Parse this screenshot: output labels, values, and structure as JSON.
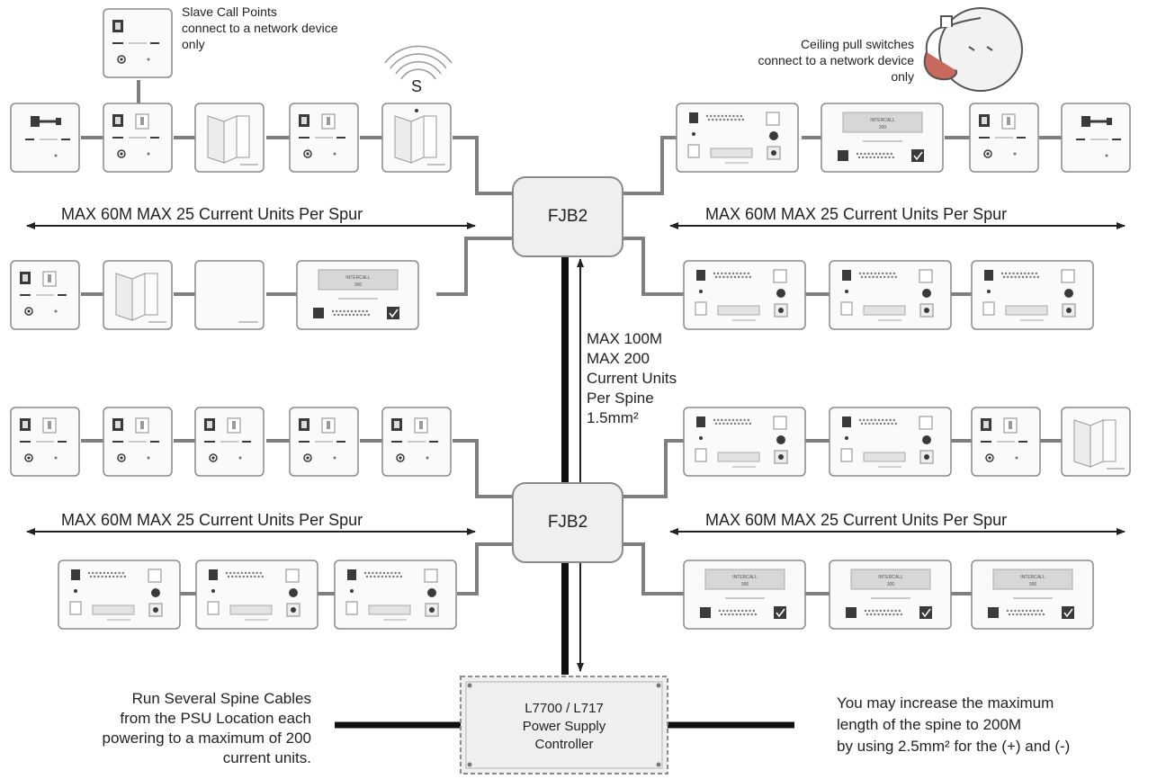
{
  "labels": {
    "slave_note": [
      "Slave Call Points",
      "connect to a network device",
      "only"
    ],
    "ceiling_note": [
      "Ceiling pull switches",
      "connect to a network device",
      "only"
    ],
    "wireless_mark": "S",
    "spur_limit": "MAX 60M MAX 25 Current Units Per Spur",
    "junction_box": "FJB2",
    "spine_limit": [
      "MAX 100M",
      "MAX 200",
      "Current Units",
      "Per Spine",
      "1.5mm²"
    ],
    "psu_name": [
      "L7700 / L717",
      "Power Supply",
      "Controller"
    ],
    "left_note": [
      "Run Several Spine Cables",
      "from the PSU Location each",
      "powering to a maximum of 200",
      "current units."
    ],
    "right_note": [
      "You may increase the maximum",
      "length of the spine to 200M",
      "by using 2.5mm² for the (+) and (-)"
    ],
    "display_text": [
      "INTERCALL",
      "300"
    ]
  },
  "colors": {
    "cable": "#7f7f7f",
    "spine": "#111111",
    "device_border": "#8a8a8a",
    "device_fill": "#fafafa",
    "icon_dark": "#3a3a3a",
    "accent": "#b03a2e",
    "box_fill": "#efefef"
  },
  "device_types": [
    "call-point",
    "pull-cord",
    "overdoor-light",
    "blank-plate",
    "wireless-overdoor-light",
    "bed-unit",
    "display-console",
    "staff-console",
    "slave-call-point"
  ]
}
